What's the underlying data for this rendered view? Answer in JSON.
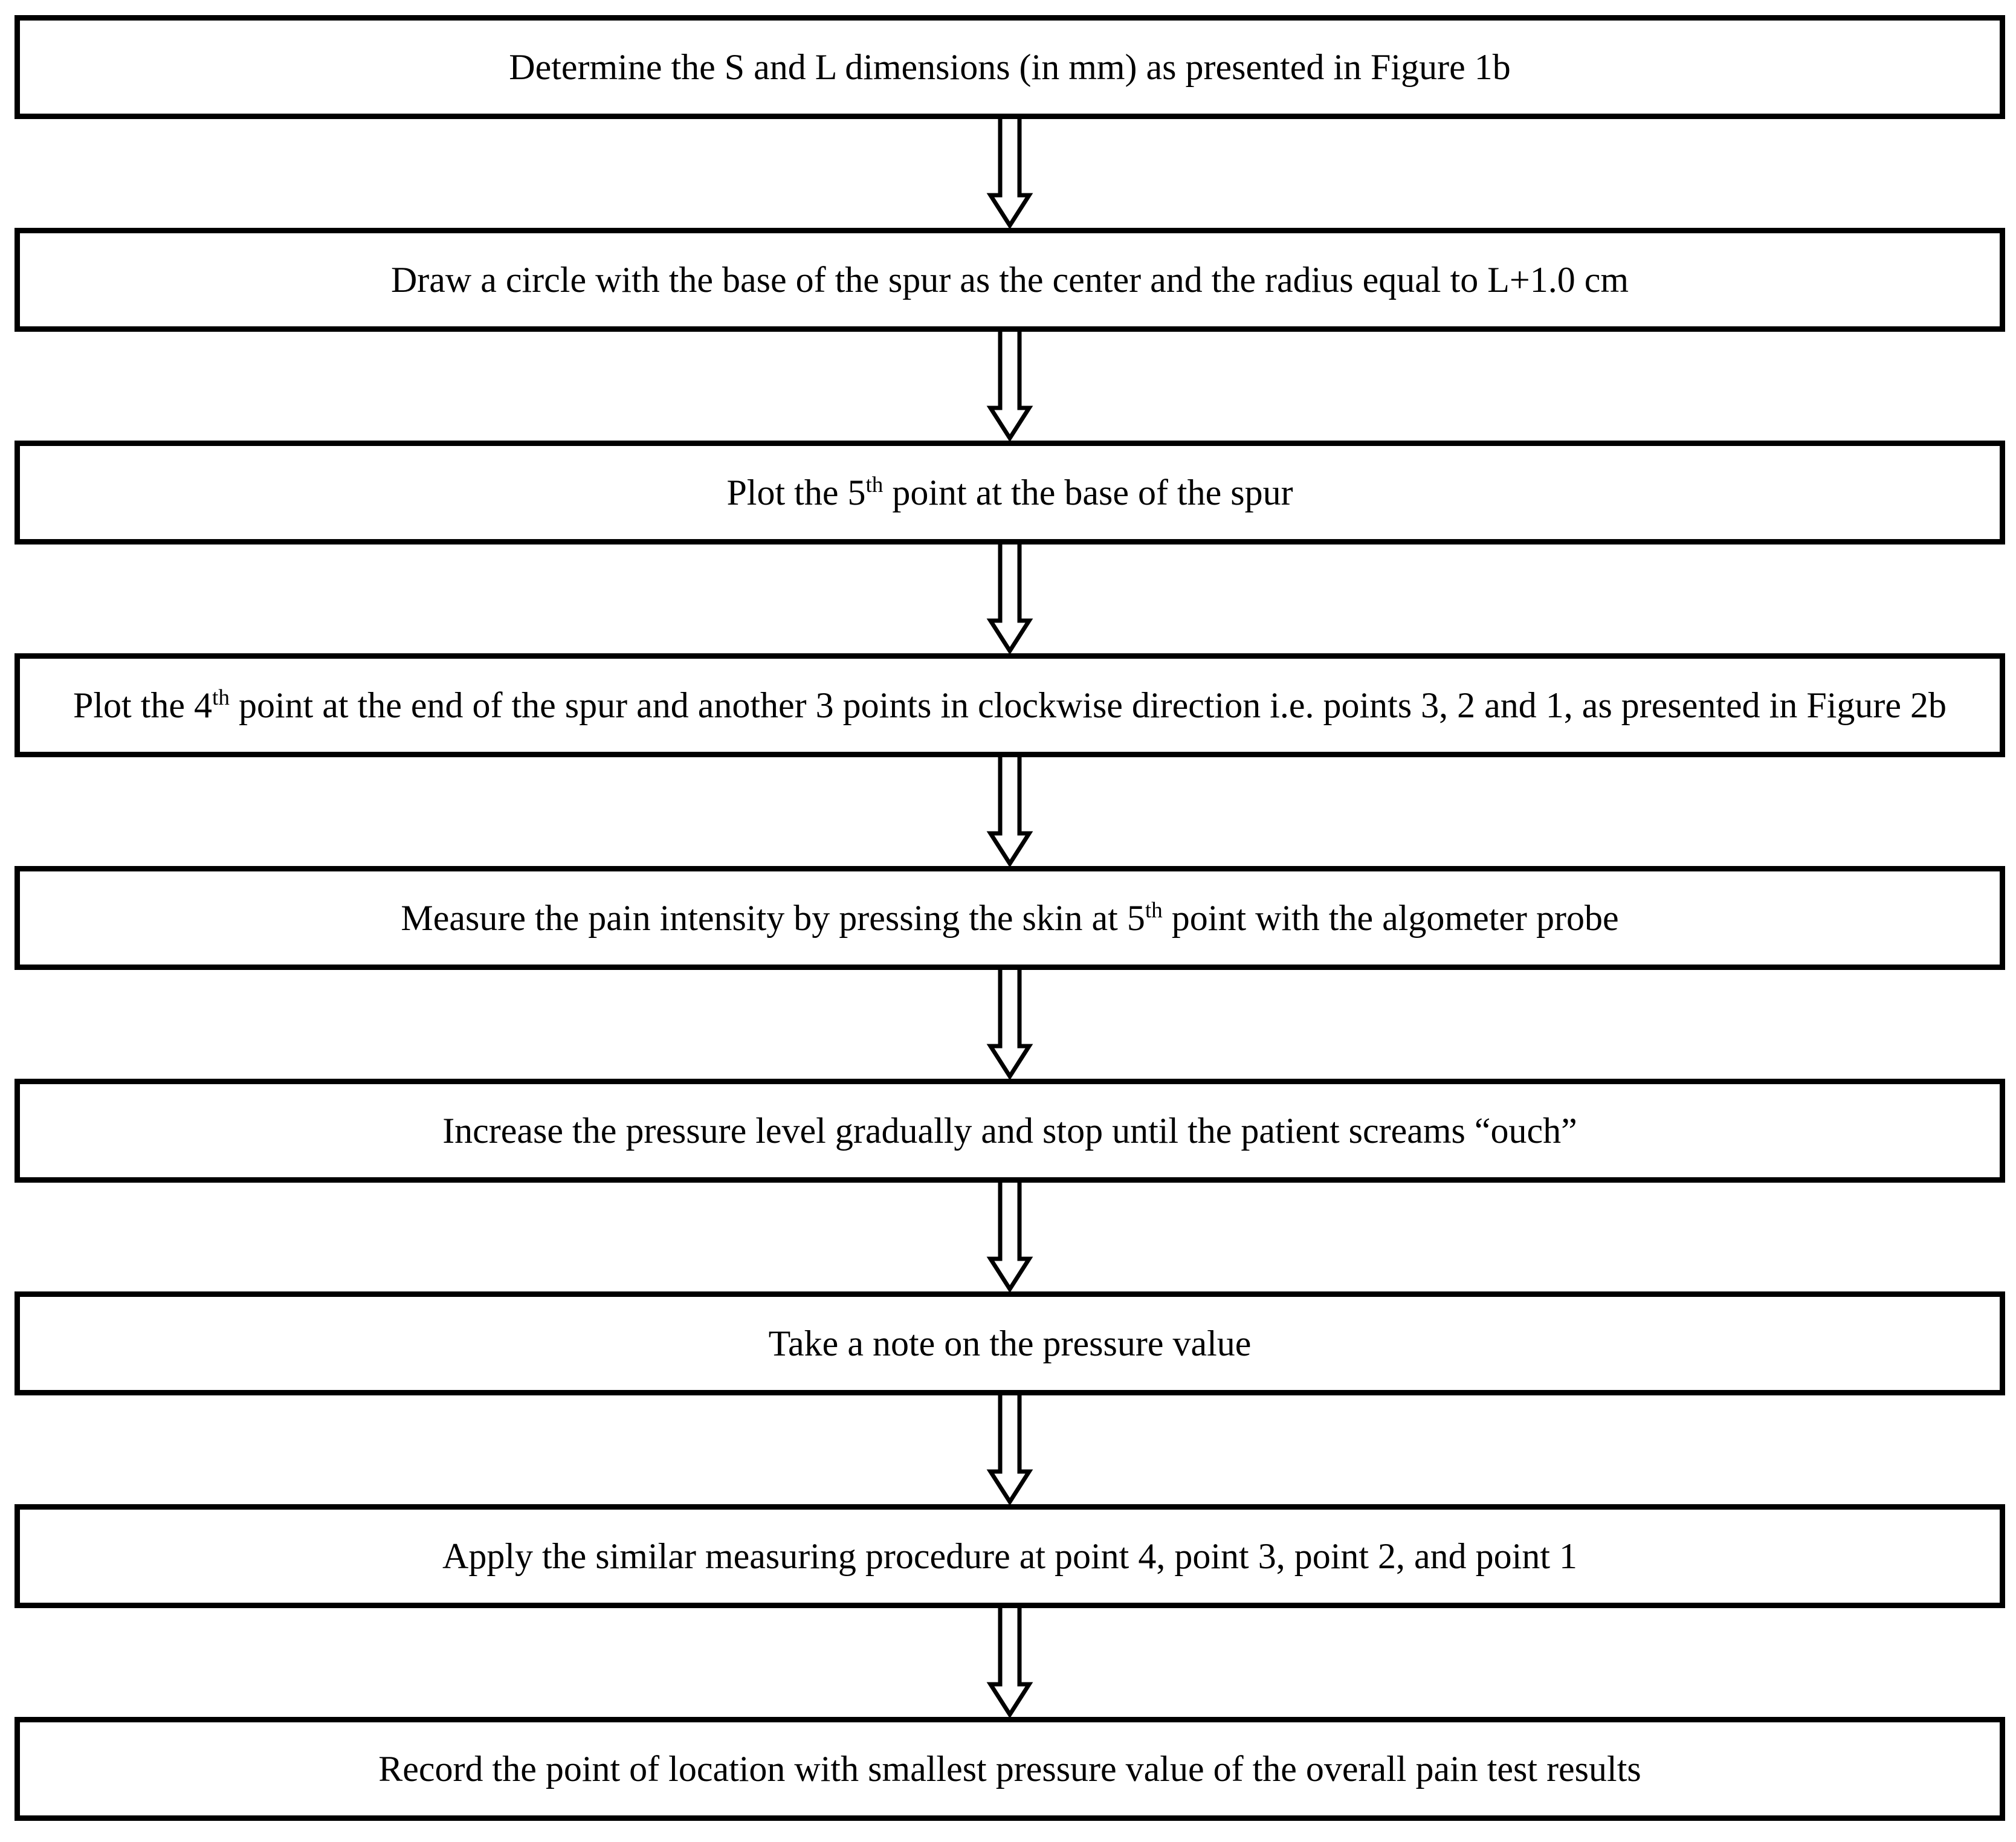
{
  "colors": {
    "background": "#ffffff",
    "border": "#000000",
    "text": "#000000"
  },
  "flowchart": {
    "direction": "top-down",
    "connector": "hollow-double-line-down-arrow",
    "steps": [
      {
        "segments": [
          {
            "text": "Determine the S and L dimensions (in mm) as presented in Figure 1b"
          }
        ]
      },
      {
        "segments": [
          {
            "text": "Draw a circle with the base of the spur as the center and the radius equal to L+1.0 cm"
          }
        ]
      },
      {
        "segments": [
          {
            "text": "Plot the 5"
          },
          {
            "text": "th",
            "sup": true
          },
          {
            "text": " point at the base of the spur"
          }
        ]
      },
      {
        "segments": [
          {
            "text": "Plot the 4"
          },
          {
            "text": "th",
            "sup": true
          },
          {
            "text": " point at the end of the spur and another 3 points in clockwise direction i.e. points 3, 2 and 1, as presented in Figure 2b"
          }
        ]
      },
      {
        "segments": [
          {
            "text": "Measure the pain intensity by pressing the skin at 5"
          },
          {
            "text": "th",
            "sup": true
          },
          {
            "text": " point with the algometer probe"
          }
        ]
      },
      {
        "segments": [
          {
            "text": "Increase the pressure level gradually and stop until the patient screams “ouch”"
          }
        ]
      },
      {
        "segments": [
          {
            "text": "Take a note on the pressure value"
          }
        ]
      },
      {
        "segments": [
          {
            "text": "Apply the similar measuring procedure at point 4, point 3, point 2, and point 1"
          }
        ]
      },
      {
        "segments": [
          {
            "text": "Record the point of location with smallest pressure value of the overall pain test results"
          }
        ]
      }
    ]
  }
}
